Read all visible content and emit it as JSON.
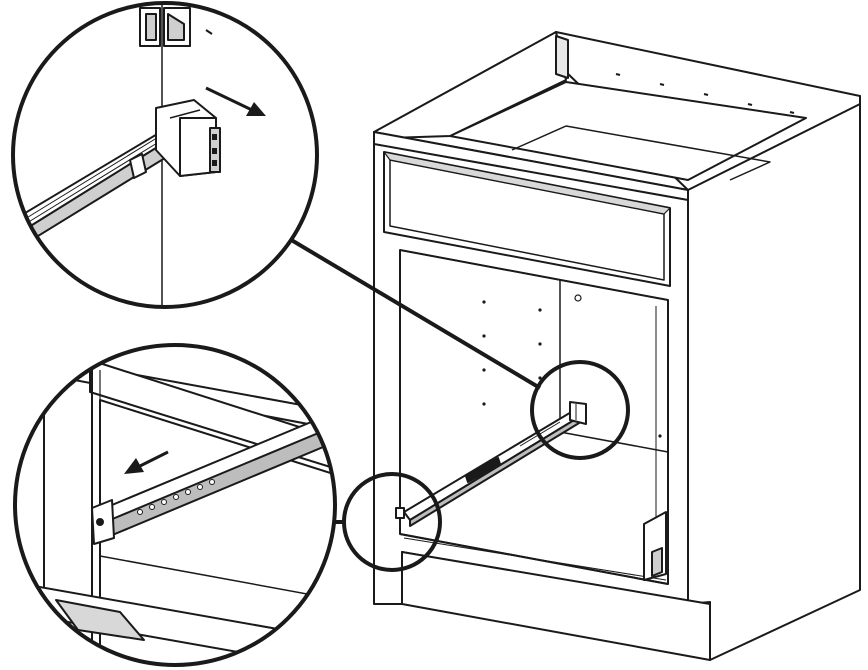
{
  "figure": {
    "palette": {
      "ink": "#1a1a1a",
      "panel": "#ffffff",
      "shade": "#cfcfcf",
      "dark_shade": "#8a8a8a"
    },
    "elements": [
      "base-cabinet",
      "drawer-front",
      "drawer-slide-rail",
      "rear-mounting-bracket",
      "front-slide-mount",
      "detail-callout-rear-bracket",
      "detail-callout-front-slide",
      "direction-arrow-rear",
      "direction-arrow-front"
    ],
    "icons": {
      "arrow_rear": "arrow-right-down-icon",
      "arrow_front": "arrow-left-icon"
    }
  }
}
